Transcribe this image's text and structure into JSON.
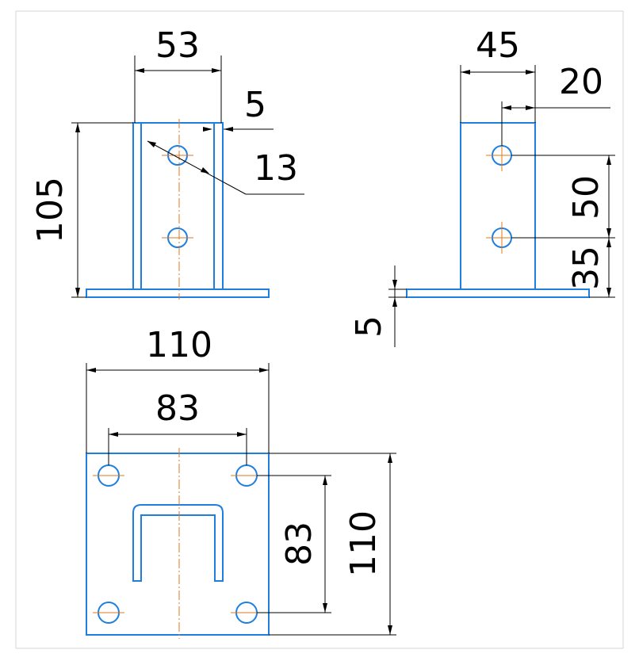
{
  "front_view": {
    "width_label": "53",
    "thickness_label": "5",
    "hole_label": "13",
    "height_label": "105"
  },
  "side_view": {
    "width_label": "45",
    "offset_label": "20",
    "spacing_label": "50",
    "base_offset_label": "35",
    "plate_thickness_label": "5"
  },
  "top_view": {
    "outer_width_label": "110",
    "hole_spacing_x_label": "83",
    "hole_spacing_y_label": "83",
    "outer_height_label": "110"
  },
  "colors": {
    "part_outline": "#1f7fe0",
    "center_line": "#e07a1c",
    "dimension": "#000000"
  }
}
